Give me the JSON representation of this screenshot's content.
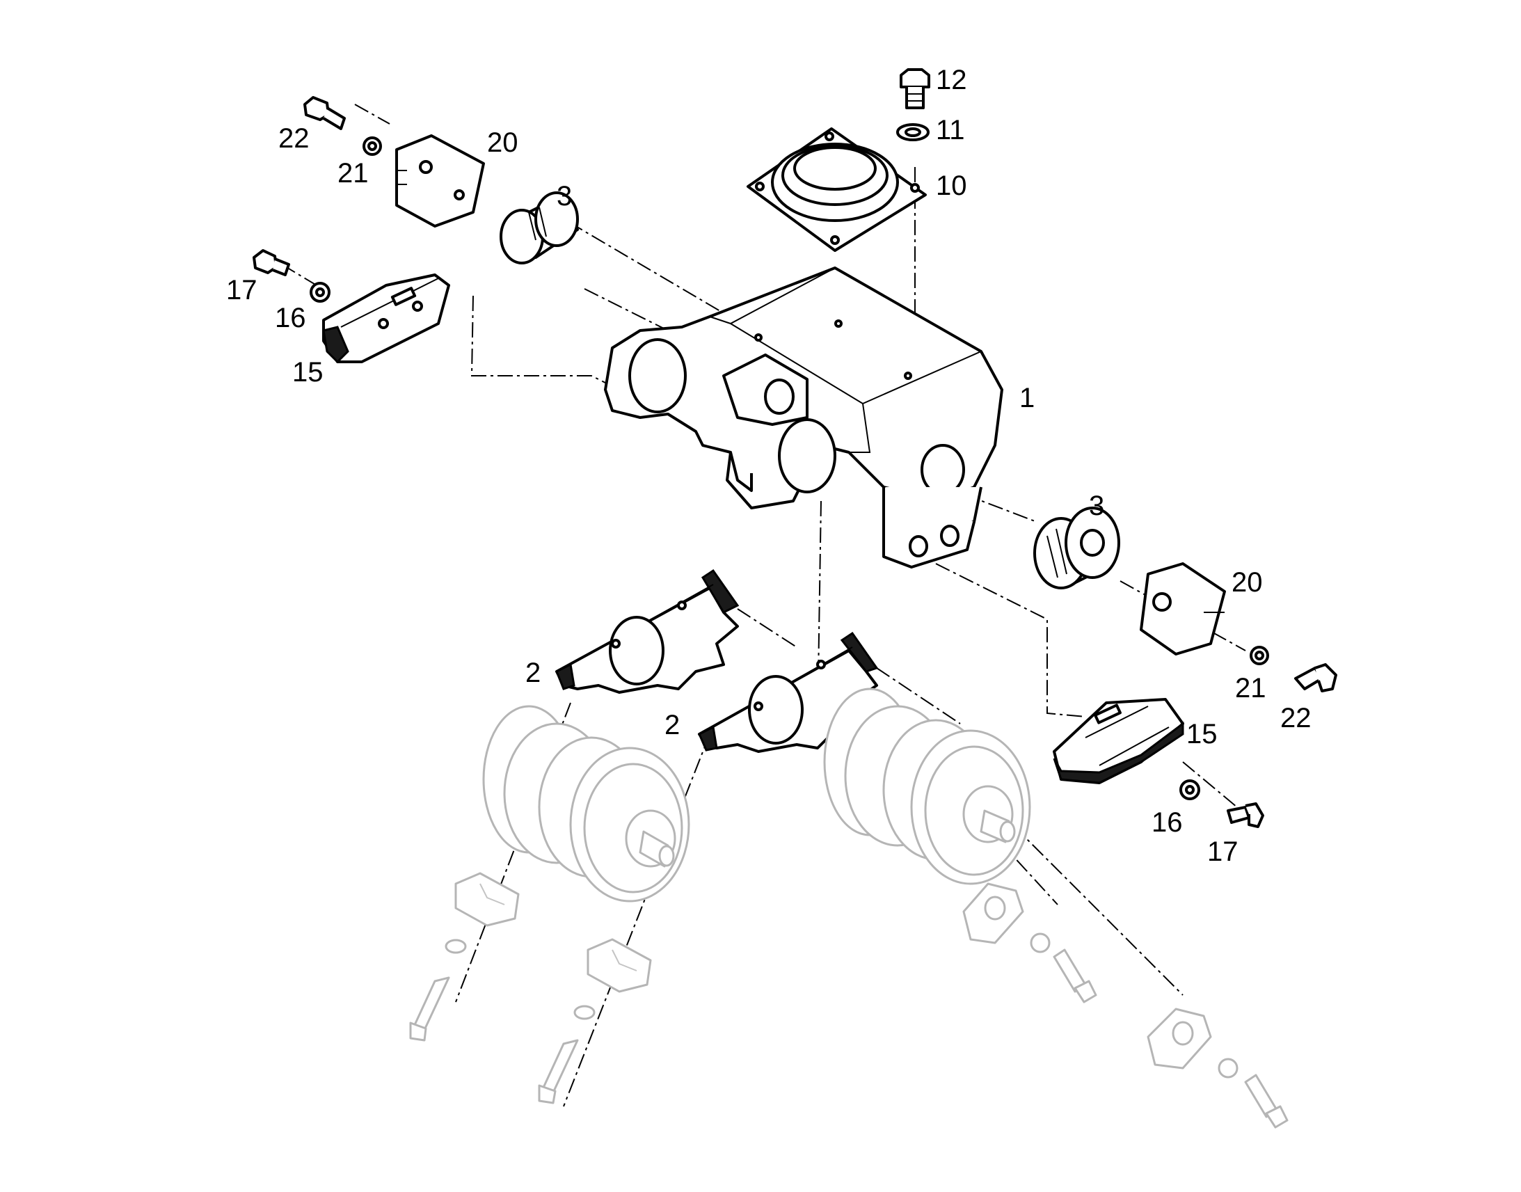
{
  "callouts": [
    {
      "label": "1"
    },
    {
      "label": "2"
    },
    {
      "label": "2"
    },
    {
      "label": "3"
    },
    {
      "label": "3"
    },
    {
      "label": "10"
    },
    {
      "label": "11"
    },
    {
      "label": "12"
    },
    {
      "label": "15"
    },
    {
      "label": "15"
    },
    {
      "label": "16"
    },
    {
      "label": "16"
    },
    {
      "label": "17"
    },
    {
      "label": "17"
    },
    {
      "label": "20"
    },
    {
      "label": "20"
    },
    {
      "label": "21"
    },
    {
      "label": "21"
    },
    {
      "label": "22"
    },
    {
      "label": "22"
    }
  ]
}
